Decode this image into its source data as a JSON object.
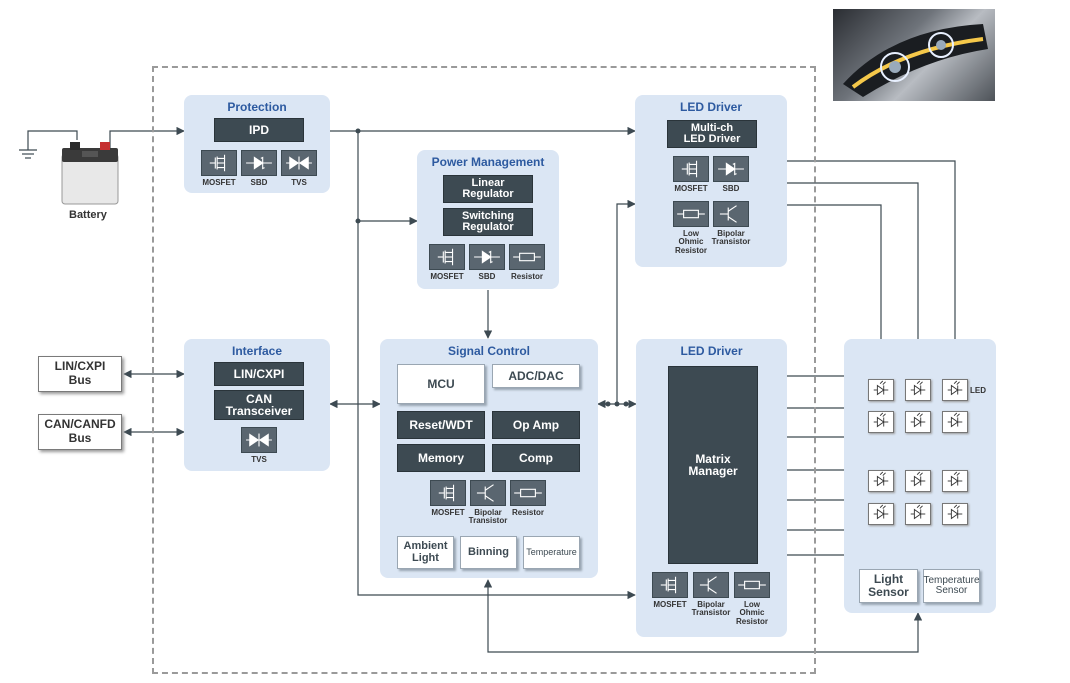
{
  "battery": {
    "label": "Battery"
  },
  "protection": {
    "title": "Protection",
    "main": "IPD",
    "components": [
      "MOSFET",
      "SBD",
      "TVS"
    ]
  },
  "power": {
    "title": "Power Management",
    "blocks": [
      "Linear\nRegulator",
      "Switching\nRegulator"
    ],
    "components": [
      "MOSFET",
      "SBD",
      "Resistor"
    ]
  },
  "led_driver_top": {
    "title": "LED Driver",
    "main": "Multi-ch\nLED Driver",
    "components": [
      "MOSFET",
      "SBD",
      "Low\nOhmic\nResistor",
      "Bipolar\nTransistor"
    ]
  },
  "interface": {
    "title": "Interface",
    "blocks": [
      "LIN/CXPI",
      "CAN\nTransceiver"
    ],
    "components": [
      "TVS"
    ]
  },
  "buses": [
    "LIN/CXPI\nBus",
    "CAN/CANFD\nBus"
  ],
  "signal": {
    "title": "Signal Control",
    "mcu": "MCU",
    "adc": "ADC/DAC",
    "dark": [
      "Reset/WDT",
      "Op Amp",
      "Memory",
      "Comp"
    ],
    "components": [
      "MOSFET",
      "Bipolar\nTransistor",
      "Resistor"
    ],
    "sensors": [
      "Ambient\nLight",
      "Binning",
      "Temperature"
    ]
  },
  "led_driver_bottom": {
    "title": "LED Driver",
    "main": "Matrix\nManager",
    "components": [
      "MOSFET",
      "Bipolar\nTransistor",
      "Low\nOhmic\nResistor"
    ]
  },
  "lamp": {
    "led_label": "LED",
    "sensors": [
      "Light\nSensor",
      "Temperature\nSensor"
    ]
  },
  "colors": {
    "panel": "#dbe6f4",
    "dark_block": "#3d4a52",
    "title": "#2d5aa0",
    "wire": "#3d4a52"
  }
}
